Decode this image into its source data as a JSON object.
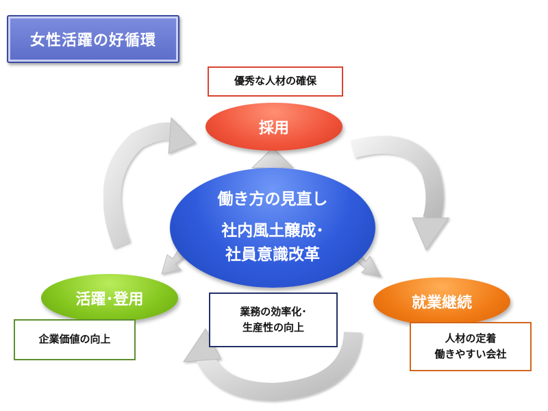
{
  "title": "女性活躍の好循環",
  "nodes": {
    "recruit": {
      "label": "採用",
      "color": "#f0543a"
    },
    "active": {
      "label": "活躍･登用",
      "color": "#84c51e"
    },
    "continue": {
      "label": "就業継続",
      "color": "#f07a14"
    },
    "center": {
      "line1": "働き方の見直し",
      "line2": "社内風土醸成･",
      "line3": "社員意識改革",
      "color": "#2f5bdc"
    }
  },
  "labels": {
    "recruit": "優秀な人材の確保",
    "active": "企業価値の向上",
    "efficiency_line1": "業務の効率化･",
    "efficiency_line2": "生産性の向上",
    "continue_line1": "人材の定着",
    "continue_line2": "働きやすい会社"
  },
  "icons": {
    "cycle_arrows": "curved-arrow-icon",
    "center_arrows": "block-arrow-icon"
  }
}
